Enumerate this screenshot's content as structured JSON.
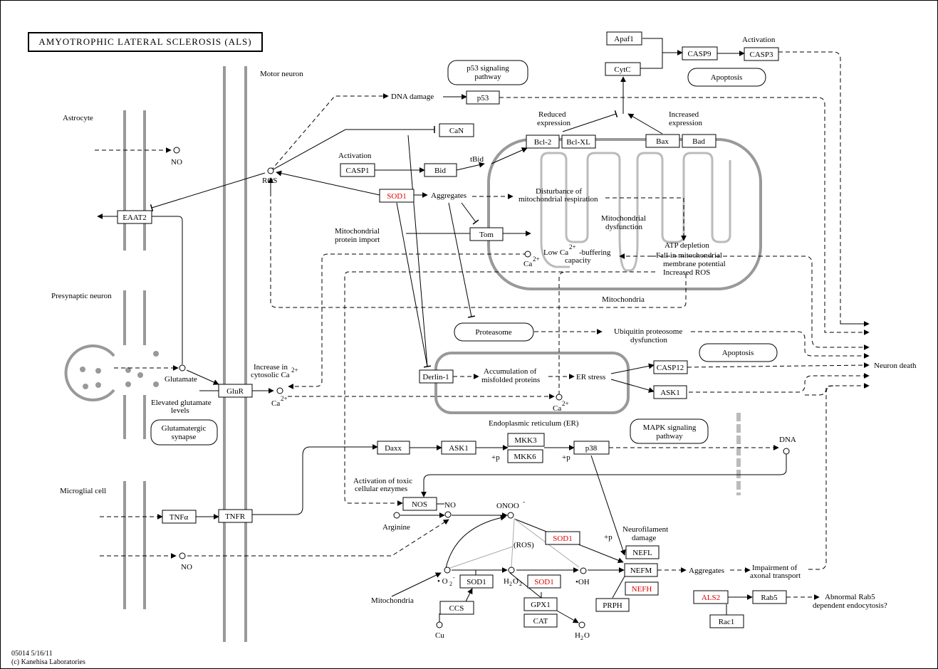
{
  "title": "AMYOTROPHIC LATERAL SCLEROSIS (ALS)",
  "footer": {
    "id_date": "05014 5/16/11",
    "copyright": "(c) Kanehisa Laboratories"
  },
  "cells": {
    "motor_neuron": "Motor neuron",
    "astrocyte": "Astrocyte",
    "presynaptic": "Presynaptic neuron",
    "microglial": "Microglial cell"
  },
  "pathways": {
    "p53": [
      "p53 signaling",
      "pathway"
    ],
    "apoptosis_top": "Apoptosis",
    "apoptosis_mid": "Apoptosis",
    "glutamatergic": [
      "Glutamatergic",
      "synapse"
    ],
    "proteasome": "Proteasome",
    "mapk": [
      "MAPK signaling",
      "pathway"
    ]
  },
  "genes": {
    "apaf1": "Apaf1",
    "cytc": "CytC",
    "casp9": "CASP9",
    "casp3": "CASP3",
    "p53": "p53",
    "can": "CaN",
    "bcl2": "Bcl-2",
    "bclxl": "Bcl-XL",
    "bax": "Bax",
    "bad": "Bad",
    "casp1": "CASP1",
    "bid": "Bid",
    "sod1_top": "SOD1",
    "tom": "Tom",
    "eaat2": "EAAT2",
    "glur": "GluR",
    "derlin": "Derlin-1",
    "casp12": "CASP12",
    "ask1_er": "ASK1",
    "daxx": "Daxx",
    "ask1": "ASK1",
    "mkk3": "MKK3",
    "mkk6": "MKK6",
    "p38": "p38",
    "tnfa": "TNFα",
    "tnfr": "TNFR",
    "nos": "NOS",
    "sod1_mid": "SOD1",
    "sod1_low": "SOD1",
    "sod1_h2o2": "SOD1",
    "nefl": "NEFL",
    "nefm": "NEFM",
    "nefh": "NEFH",
    "prph": "PRPH",
    "ccs": "CCS",
    "gpx1": "GPX1",
    "cat": "CAT",
    "als2": "ALS2",
    "rab5": "Rab5",
    "rac1": "Rac1"
  },
  "labels": {
    "activation_top": "Activation",
    "dna_damage": "DNA damage",
    "reduced_expr": [
      "Reduced",
      "expression"
    ],
    "increased_expr": [
      "Increased",
      "expression"
    ],
    "activation_casp1": "Activation",
    "tbid": "tBid",
    "no_top": "NO",
    "ros_top": "ROS",
    "aggregates_top": "Aggregates",
    "disturbance": [
      "Disturbance of",
      "mitochondrial respiration"
    ],
    "mito_dys": [
      "Mitochondrial",
      "dysfunction"
    ],
    "mito_import": [
      "Mitochondrial",
      "protein import"
    ],
    "low_ca_1": "Low Ca",
    "low_ca_sup": "2+",
    "low_ca_2": "-buffering",
    "low_ca_3": "capacity",
    "ca": "Ca",
    "ca_sup": "2+",
    "atp": [
      "ATP depletion",
      "Fall in mitochondrial",
      "membrane potential",
      "Increased ROS"
    ],
    "mitochondria": "Mitochondria",
    "ups_dys": [
      "Ubiquitin proteosome",
      "dysfunction"
    ],
    "glutamate": "Glutamate",
    "elevated_glu": [
      "Elevated glutamate",
      "levels"
    ],
    "increase_ca": [
      "Increase in",
      "cytosolic Ca"
    ],
    "accum": [
      "Accumulation of",
      "misfolded proteins"
    ],
    "er_stress": "ER stress",
    "er": "Endoplasmic reticulum (ER)",
    "neuron_death": "Neuron death",
    "dna": "DNA",
    "plus_p": "+p",
    "toxic": [
      "Activation of toxic",
      "cellular enzymes"
    ],
    "no_mid": "NO",
    "onoo": "ONOO",
    "minus": "-",
    "arginine": "Arginine",
    "ros_paren": "(ROS)",
    "neurofil": [
      "Neurofilament",
      "damage"
    ],
    "aggregates_low": "Aggregates",
    "impairment": [
      "Impairment of",
      "axonal transport"
    ],
    "o2": "• O",
    "h2o2": "H",
    "oh": "•OH",
    "mitochondria_low": "Mitochondria",
    "cu": "Cu",
    "h2o": "H",
    "no_bottom": "NO",
    "abnormal_rab5": [
      "Abnormal Rab5",
      "dependent endocytosis?"
    ]
  }
}
